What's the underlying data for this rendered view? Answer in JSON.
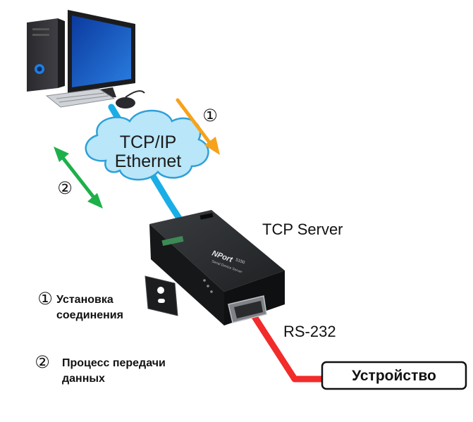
{
  "diagram": {
    "cloud": {
      "line1": "TCP/IP",
      "line2": "Ethernet"
    },
    "server_label": "TCP Server",
    "serial_label": "RS-232",
    "device_box": "Устройство",
    "arrow1_marker": "①",
    "arrow2_marker": "②",
    "nport_brand": "NPort",
    "nport_model": "5150",
    "nport_sub": "Serial Device Server",
    "legend": [
      {
        "marker": "①",
        "line1": "Установка",
        "line2": "соединения"
      },
      {
        "marker": "②",
        "line1": "Процесс передачи",
        "line2": "данных"
      }
    ],
    "colors": {
      "ethernet_cable": "#1aaee6",
      "serial_cable": "#f22b2b",
      "arrow1": "#f7a21b",
      "arrow2": "#1db04a",
      "cloud_fill": "#b9e6f8",
      "cloud_stroke": "#2ea0d8"
    }
  }
}
